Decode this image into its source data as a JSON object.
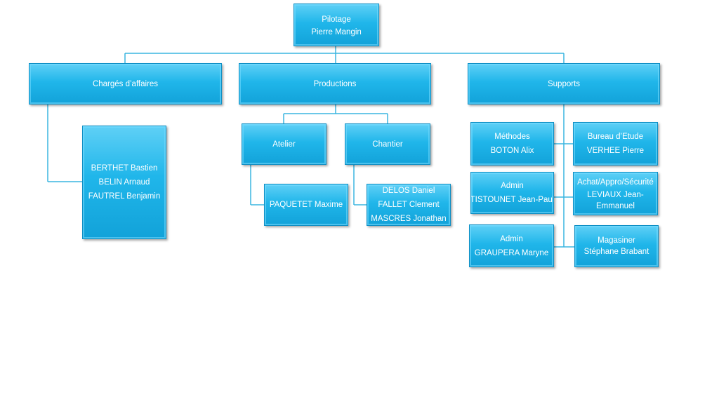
{
  "root": {
    "title": "Pilotage",
    "name": "Pierre Mangin"
  },
  "charges": {
    "title": "Chargés d’affaires",
    "members": [
      "BERTHET Bastien",
      "BELIN Arnaud",
      "FAUTREL Benjamin"
    ]
  },
  "productions": {
    "title": "Productions",
    "atelier": {
      "title": "Atelier",
      "members": [
        "PAQUETET Maxime"
      ]
    },
    "chantier": {
      "title": "Chantier",
      "members": [
        "DELOS Daniel",
        "FALLET Clement",
        "MASCRES Jonathan"
      ]
    }
  },
  "supports": {
    "title": "Supports",
    "methodes": {
      "title": "Méthodes",
      "name": "BOTON Alix"
    },
    "bureau": {
      "title": "Bureau d’Etude",
      "name": "VERHEE Pierre"
    },
    "admin1": {
      "title": "Admin",
      "name": "TISTOUNET Jean-Paul"
    },
    "achat": {
      "title": "Achat/Appro/Sécurité",
      "name_line1": "LEVIAUX Jean-",
      "name_line2": "Emmanuel"
    },
    "admin2": {
      "title": "Admin",
      "name": "GRAUPERA Maryne"
    },
    "magasin": {
      "title": "Magasiner",
      "name": "Stéphane Brabant"
    }
  }
}
